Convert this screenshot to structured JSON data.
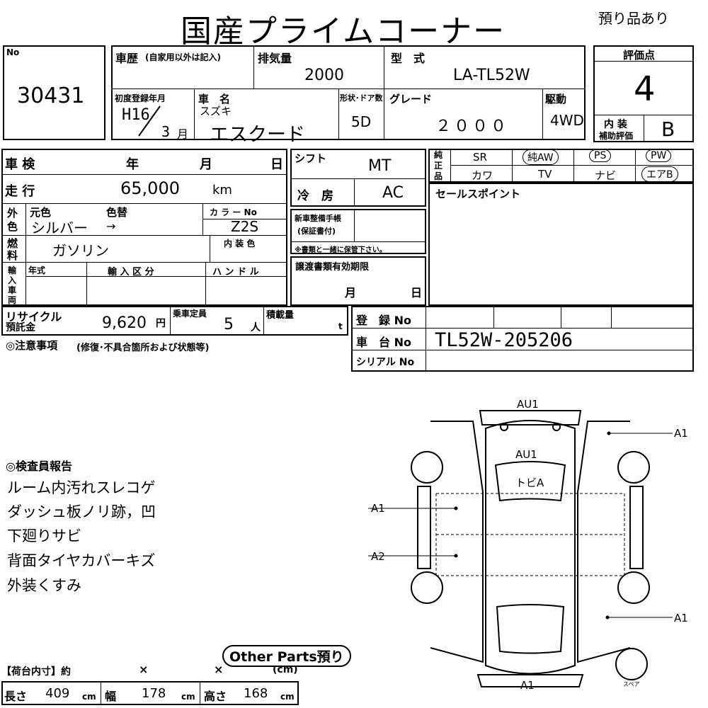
{
  "header": {
    "title": "国産プライムコーナー",
    "note": "預り品あり"
  },
  "lot": {
    "label": "No",
    "number": "30431"
  },
  "history": {
    "label": "車歴",
    "sub": "(自家用以外は記入)",
    "value": ""
  },
  "displacement": {
    "label": "排気量",
    "value": "2000"
  },
  "model": {
    "label": "型　式",
    "value": "LA-TL52W"
  },
  "score": {
    "label": "評価点",
    "value": "4",
    "interior_label1": "内 装",
    "interior_label2": "補助評価",
    "interior_value": "B"
  },
  "first_reg": {
    "label": "初度登録年月",
    "era": "H16",
    "month": "3",
    "month_unit": "月"
  },
  "car_name": {
    "label": "車　名",
    "maker": "スズキ",
    "name": "エスクード"
  },
  "doors": {
    "label": "形状･ドア数",
    "value": "5D"
  },
  "grade": {
    "label": "グレード",
    "value": "２０００"
  },
  "drive": {
    "label": "駆動",
    "value": "4WD"
  },
  "inspection": {
    "label": "車 検",
    "year": "年",
    "month": "月",
    "day": "日"
  },
  "shift": {
    "label": "シフト",
    "value": "MT"
  },
  "mileage": {
    "label": "走 行",
    "value": "65,000",
    "unit": "km"
  },
  "ac": {
    "label": "冷　房",
    "value": "AC"
  },
  "equipment": {
    "label1": "純",
    "label2": "正",
    "label3": "品",
    "row1": [
      "SR",
      "純AW",
      "PS",
      "PW"
    ],
    "row2": [
      "カワ",
      "TV",
      "ナビ",
      "エアB"
    ]
  },
  "sales_point": {
    "label": "セールスポイント"
  },
  "color": {
    "side1": "外",
    "side2": "色",
    "orig_label": "元色",
    "change_label": "色替",
    "orig": "シルバー",
    "arrow": "→",
    "code_label": "カ ラ ー No",
    "code": "Z2S",
    "interior_label": "内 装 色"
  },
  "maintenance": {
    "label1": "新車整備手帳",
    "label2": "(保証書付)",
    "note": "※書類と一緒に保管下さい。"
  },
  "fuel": {
    "side1": "燃",
    "side2": "料",
    "value": "ガソリン"
  },
  "import": {
    "side": [
      "輸",
      "入",
      "車",
      "両"
    ],
    "year_label": "年式",
    "class_label": "輸 入 区 分",
    "handle_label": "ハ ン ド ル"
  },
  "transfer": {
    "label": "譲渡書類有効期限",
    "month": "月",
    "day": "日"
  },
  "recycle": {
    "label1": "リサイクル",
    "label2": "預託金",
    "value": "9,620",
    "unit": "円"
  },
  "capacity": {
    "label": "乗車定員",
    "value": "5",
    "unit": "人"
  },
  "load": {
    "label": "積載量",
    "unit": "t"
  },
  "registration": {
    "label": "登　録 No",
    "value": ""
  },
  "chassis": {
    "label": "車　台 No",
    "value": "TL52W-205206"
  },
  "serial": {
    "label": "シリアル No",
    "value": ""
  },
  "caution": {
    "label": "◎注意事項",
    "sub": "(修復･不具合箇所および状態等)"
  },
  "inspector": {
    "label": "◎検査員報告",
    "lines": [
      "ルーム内汚れスレコゲ",
      "ダッシュ板ノリ跡，凹",
      "下廻りサビ",
      "背面タイヤカバーキズ",
      "外装くすみ"
    ]
  },
  "cargo": {
    "label": "【荷台内寸】約",
    "x1": "×",
    "x2": "×",
    "unit": "(cm)",
    "length_label": "長さ",
    "length": "409",
    "width_label": "幅",
    "width": "178",
    "height_label": "高さ",
    "height": "168",
    "cm": "cm"
  },
  "other_parts": "Other Parts預り",
  "diagram": {
    "front": "AU1",
    "hood": "AU1",
    "roof": "トビA",
    "rear": "A1",
    "left_door": "A1",
    "left_rear": "A2",
    "right_front": "A1",
    "right_rear": "A1",
    "spare": "スペア"
  }
}
